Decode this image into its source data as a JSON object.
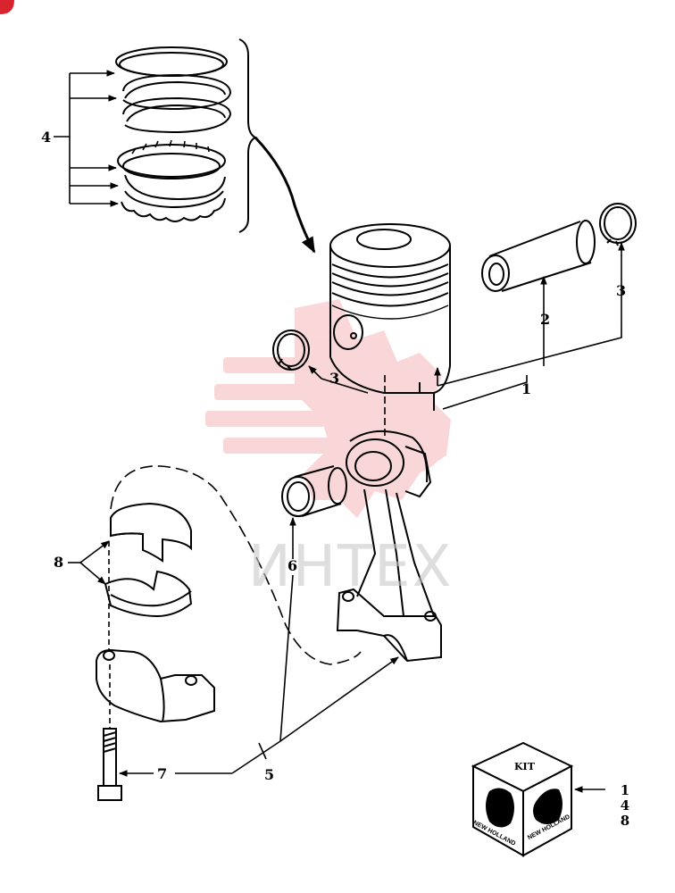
{
  "callouts": {
    "piston_assembly": "1",
    "piston_pin": "2",
    "snap_ring_right": "3",
    "snap_ring_left": "3",
    "ring_set": "4",
    "connecting_rod": "5",
    "bushing": "6",
    "bolt": "7",
    "bearing_shells": "8"
  },
  "kit": {
    "label": "KIT",
    "brand": "NEW HOLLAND",
    "items": [
      "1",
      "4",
      "8"
    ]
  },
  "watermark": {
    "text": "ИНТЕХ",
    "color": "#e8474c"
  },
  "corner_badge_color": "#d9232e"
}
